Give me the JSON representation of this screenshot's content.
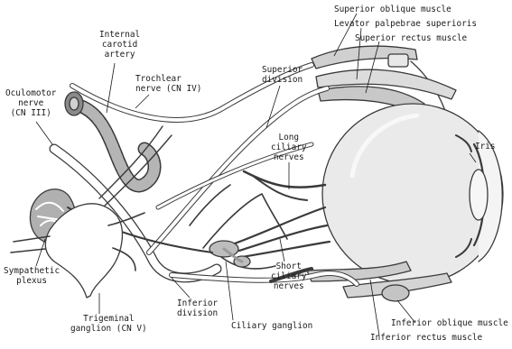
{
  "labels": {
    "superior_oblique": "Superior oblique muscle",
    "levator": "Levator palpebrae superioris",
    "superior_rectus": "Superior rectus muscle",
    "internal_carotid": [
      "Internal",
      "carotid",
      "artery"
    ],
    "trochlear": [
      "Trochlear",
      "nerve (CN IV)"
    ],
    "oculomotor": [
      "Oculomotor",
      "nerve",
      "(CN III)"
    ],
    "superior_division": [
      "Superior",
      "division"
    ],
    "iris": "Iris",
    "long_ciliary": [
      "Long",
      "ciliary",
      "nerves"
    ],
    "sympathetic": [
      "Sympathetic",
      "plexus"
    ],
    "short_ciliary": [
      "Short",
      "ciliary",
      "nerves"
    ],
    "trigeminal": [
      "Trigeminal",
      "ganglion (CN V)"
    ],
    "inferior_division": [
      "Inferior",
      "division"
    ],
    "ciliary_ganglion": "Ciliary ganglion",
    "inferior_oblique": "Inferior oblique muscle",
    "inferior_rectus": "Inferior rectus muscle"
  },
  "colors": {
    "line": "#3a3a3a",
    "muscle_fill": "#d0d0d0",
    "nerve_fill": "#ffffff",
    "ganglion_fill": "#bdbdbd",
    "eye_fill": "#eaeaea",
    "artery_fill": "#b5b5b5"
  }
}
